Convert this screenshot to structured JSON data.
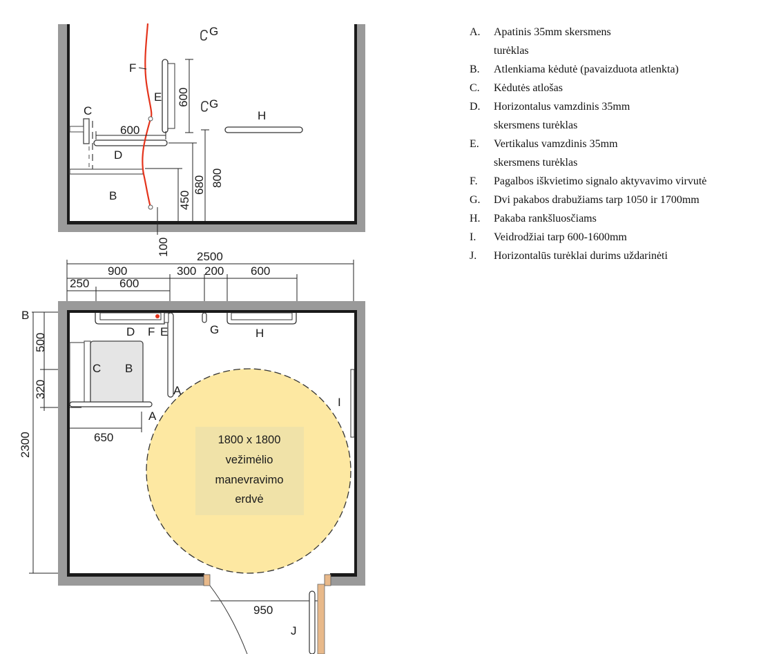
{
  "dimensions": {
    "side_600_d": "600",
    "side_600_e": "600",
    "side_450": "450",
    "side_680": "680",
    "side_800": "800",
    "side_100": "100",
    "plan_2500": "2500",
    "plan_900": "900",
    "plan_300": "300",
    "plan_200": "200",
    "plan_600_h": "600",
    "plan_250": "250",
    "plan_600_d": "600",
    "plan_500": "500",
    "plan_320": "320",
    "plan_2300": "2300",
    "plan_650": "650",
    "plan_950": "950"
  },
  "side_labels": {
    "g_top": "G",
    "g_mid": "G",
    "f": "F",
    "e": "E",
    "c": "C",
    "d": "D",
    "b": "B",
    "h": "H"
  },
  "plan_labels": {
    "b_corner": "B",
    "d": "D",
    "f": "F",
    "e": "E",
    "g": "G",
    "h": "H",
    "c": "C",
    "b": "B",
    "a1": "A",
    "a2": "A",
    "i": "I",
    "j": "J"
  },
  "circle_text": [
    "1800 x 1800",
    "vežimėlio",
    "manevravimo",
    "erdvė"
  ],
  "legend": [
    {
      "key": "A.",
      "lines": [
        "Apatinis 35mm skersmens",
        "turėklas"
      ]
    },
    {
      "key": "B.",
      "lines": [
        "Atlenkiama kėdutė (pavaizduota atlenkta)"
      ]
    },
    {
      "key": "C.",
      "lines": [
        "Kėdutės atlošas"
      ]
    },
    {
      "key": "D.",
      "lines": [
        "Horizontalus vamzdinis 35mm",
        "skersmens turėklas"
      ]
    },
    {
      "key": "E.",
      "lines": [
        "Vertikalus vamzdinis 35mm",
        "skersmens turėklas"
      ]
    },
    {
      "key": "F.",
      "lines": [
        "Pagalbos iškvietimo signalo aktyvavimo virvutė"
      ]
    },
    {
      "key": "G.",
      "lines": [
        "Dvi pakabos drabužiams tarp 1050 ir 1700mm"
      ]
    },
    {
      "key": "H.",
      "lines": [
        "Pakaba rankšluosčiams"
      ]
    },
    {
      "key": "I.",
      "lines": [
        "Veidrodžiai tarp 600-1600mm"
      ]
    },
    {
      "key": "J.",
      "lines": [
        "Horizontalūs turėklai durims uždarinėti"
      ]
    }
  ],
  "colors": {
    "wall_gray": "#9a9a9a",
    "wall_black": "#1a1a1a",
    "circle_fill": "#fde8a2",
    "label_box": "#f0e2a8",
    "red_cord": "#e4331b",
    "door_wood": "#e8b98a"
  }
}
